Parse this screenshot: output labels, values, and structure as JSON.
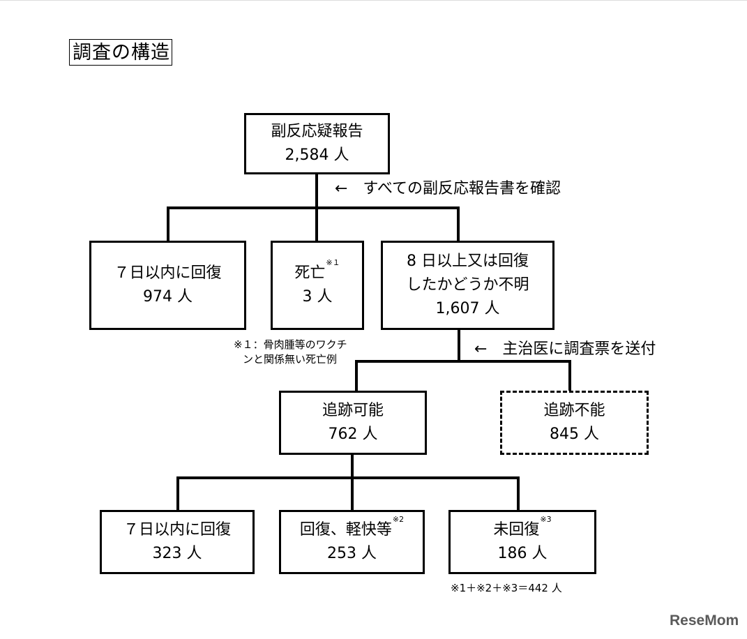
{
  "title": "調査の構造",
  "boxes": {
    "top": {
      "label": "副反応疑報告",
      "count": "2,584 人"
    },
    "recovered7": {
      "label": "７日以内に回復",
      "count": "974 人"
    },
    "death": {
      "label": "死亡",
      "note": "※１",
      "count": "3 人"
    },
    "unknown": {
      "line1": "8 日以上又は回復",
      "line2": "したかどうか不明",
      "count": "1,607 人"
    },
    "trackable": {
      "label": "追跡可能",
      "count": "762 人"
    },
    "untrackable": {
      "label": "追跡不能",
      "count": "845 人"
    },
    "recovered7b": {
      "label": "７日以内に回復",
      "count": "323 人"
    },
    "improving": {
      "label": "回復、軽快等",
      "note": "※2",
      "count": "253 人"
    },
    "notRecovered": {
      "label": "未回復",
      "note": "※3",
      "count": "186 人"
    }
  },
  "annotations": {
    "checkAll": "←　すべての副反応報告書を確認",
    "sendSurvey": "←　主治医に調査票を送付"
  },
  "footnotes": {
    "note1_line1": "※１：骨肉腫等のワクチ",
    "note1_line2": "ンと関係無い死亡例",
    "total": "※1＋※2＋※3＝442 人"
  },
  "logo": "ReseMom"
}
